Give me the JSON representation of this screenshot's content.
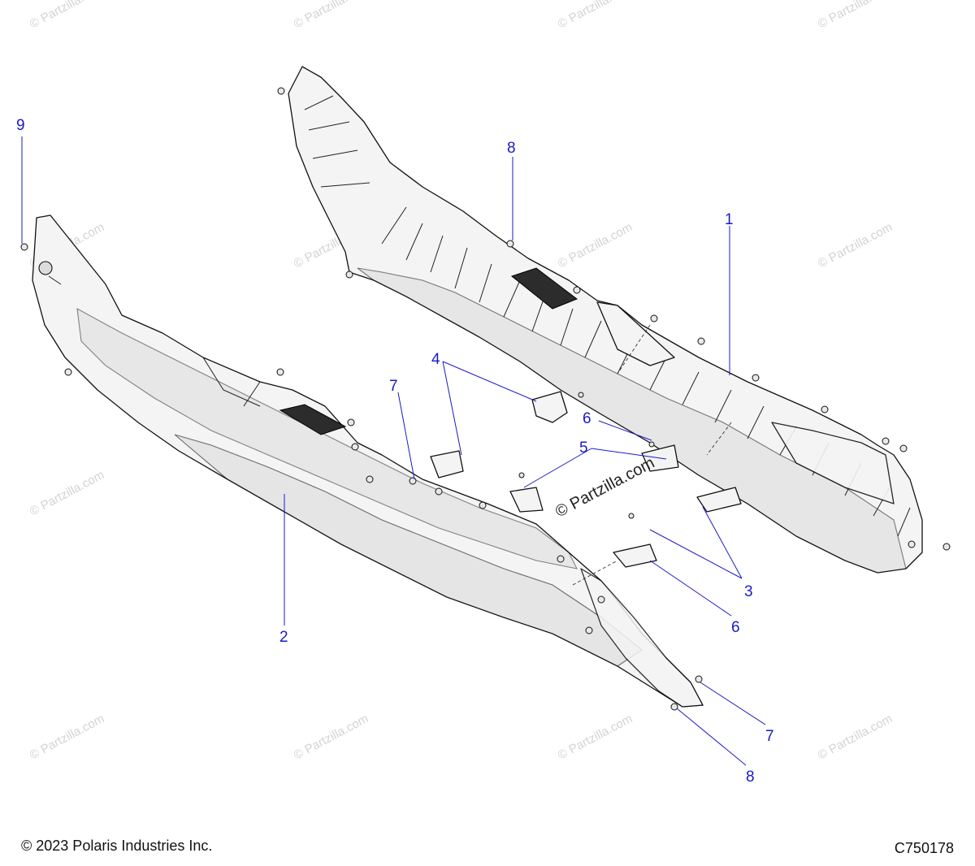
{
  "footer": {
    "copyright": "© 2023 Polaris Industries Inc.",
    "diagram_id": "C750178"
  },
  "watermark": {
    "text": "© Partzilla.com",
    "center_text": "© Partzilla.com"
  },
  "callouts": {
    "c1": "1",
    "c2": "2",
    "c3": "3",
    "c4": "4",
    "c5": "5",
    "c6a": "6",
    "c6b": "6",
    "c7a": "7",
    "c7b": "7",
    "c8a": "8",
    "c8b": "8",
    "c9": "9"
  },
  "colors": {
    "callout": "#1a1ac8",
    "line_art": "#111111",
    "watermark": "#d3d3d3"
  }
}
